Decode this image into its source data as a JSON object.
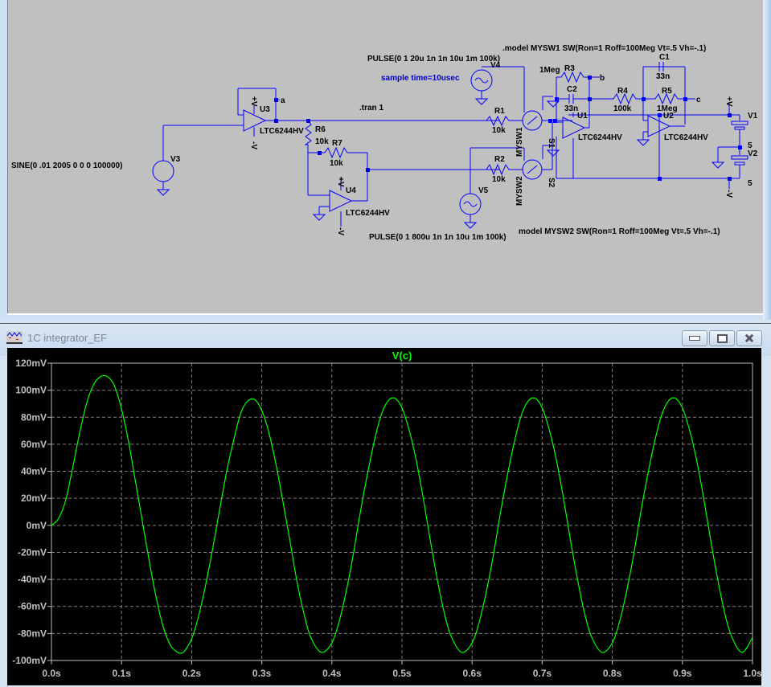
{
  "schematic": {
    "directives": {
      "tran": ".tran 1",
      "model_sw1": ".model MYSW1 SW(Ron=1 Roff=100Meg Vt=.5 Vh=-.1)",
      "model_sw2": "model MYSW2 SW(Ron=1 Roff=100Meg Vt=.5 Vh=-.1)",
      "comment": "sample time=10usec"
    },
    "sources": {
      "v3_label": "V3",
      "v3_value": "SINE(0 .01 2005 0 0 0 100000)",
      "v4_label": "V4",
      "v4_value": "PULSE(0 1 20u 1n 1n 10u 1m 100k)",
      "v5_label": "V5",
      "v5_value": "PULSE(0 1 800u 1n 1n 10u 1m 100k)",
      "v1_label": "V1",
      "v1_value": "5",
      "v2_label": "V2",
      "v2_value": "5"
    },
    "opamps": {
      "u1": "U1",
      "u2": "U2",
      "u3": "U3",
      "u4": "U4",
      "model": "LTC6244HV"
    },
    "resistors": {
      "r1": "R1",
      "r1_val": "10k",
      "r2": "R2",
      "r2_val": "10k",
      "r3": "R3",
      "r3_val": "1Meg",
      "r4": "R4",
      "r4_val": "100k",
      "r5": "R5",
      "r5_val": "1Meg",
      "r6": "R6",
      "r6_val": "10k",
      "r7": "R7",
      "r7_val": "10k"
    },
    "capacitors": {
      "c1": "C1",
      "c1_val": "33n",
      "c2": "C2",
      "c2_val": "33n"
    },
    "switches": {
      "s1": "S1",
      "s1_model": "MYSW1",
      "s2": "S2",
      "s2_model": "MYSW2"
    },
    "nets": {
      "a": "a",
      "b": "b",
      "c": "c",
      "vplus": "+V",
      "vminus": "-V"
    }
  },
  "waveform_window": {
    "title": "1C  integrator_EF",
    "icon": "waveform-viewer-icon",
    "buttons": {
      "minimize": "minimize-icon",
      "restore": "restore-icon",
      "close": "close-icon"
    }
  },
  "chart_data": {
    "type": "line",
    "title": "V(c)",
    "xlabel": "",
    "ylabel": "",
    "xlim": [
      0.0,
      1.0
    ],
    "ylim": [
      -100,
      120
    ],
    "grid": true,
    "x_ticks": [
      "0.0s",
      "0.1s",
      "0.2s",
      "0.3s",
      "0.4s",
      "0.5s",
      "0.6s",
      "0.7s",
      "0.8s",
      "0.9s",
      "1.0s"
    ],
    "y_ticks": [
      "120mV",
      "100mV",
      "80mV",
      "60mV",
      "40mV",
      "20mV",
      "0mV",
      "-20mV",
      "-40mV",
      "-60mV",
      "-80mV",
      "-100mV"
    ],
    "series": [
      {
        "name": "V(c)",
        "color": "#00ff00",
        "unit": "mV",
        "x": [
          0.0,
          0.01,
          0.02,
          0.03,
          0.04,
          0.05,
          0.06,
          0.07,
          0.08,
          0.09,
          0.1,
          0.11,
          0.12,
          0.13,
          0.14,
          0.15,
          0.16,
          0.17,
          0.18,
          0.185,
          0.19,
          0.2,
          0.21,
          0.22,
          0.23,
          0.24,
          0.25,
          0.26,
          0.27,
          0.28,
          0.29,
          0.3,
          0.31,
          0.32,
          0.33,
          0.34,
          0.35,
          0.36,
          0.37,
          0.385,
          0.4,
          0.41,
          0.42,
          0.43,
          0.44,
          0.45,
          0.46,
          0.47,
          0.48,
          0.49,
          0.5,
          0.51,
          0.52,
          0.53,
          0.54,
          0.55,
          0.56,
          0.57,
          0.585,
          0.6,
          0.61,
          0.62,
          0.63,
          0.64,
          0.65,
          0.66,
          0.67,
          0.68,
          0.69,
          0.7,
          0.71,
          0.72,
          0.73,
          0.74,
          0.75,
          0.76,
          0.77,
          0.785,
          0.8,
          0.81,
          0.82,
          0.83,
          0.84,
          0.85,
          0.86,
          0.87,
          0.88,
          0.89,
          0.9,
          0.91,
          0.92,
          0.93,
          0.94,
          0.95,
          0.96,
          0.97,
          0.985,
          1.0
        ],
        "y": [
          0,
          5,
          18,
          42,
          68,
          90,
          104,
          110,
          110,
          103,
          86,
          62,
          32,
          2,
          -28,
          -55,
          -76,
          -89,
          -94,
          -94.5,
          -93,
          -84,
          -67,
          -44,
          -17,
          12,
          40,
          63,
          83,
          92,
          93,
          85,
          69,
          46,
          18,
          -11,
          -41,
          -65,
          -83,
          -94,
          -87,
          -72,
          -50,
          -23,
          8,
          36,
          61,
          81,
          92,
          94,
          87,
          71,
          49,
          21,
          -10,
          -39,
          -64,
          -82,
          -94,
          -87,
          -72,
          -50,
          -23,
          8,
          36,
          61,
          81,
          92,
          94,
          87,
          71,
          49,
          21,
          -10,
          -39,
          -64,
          -82,
          -94,
          -87,
          -72,
          -50,
          -23,
          8,
          36,
          61,
          81,
          92,
          94,
          87,
          71,
          49,
          21,
          -10,
          -39,
          -64,
          -82,
          -94,
          -83
        ]
      }
    ]
  }
}
